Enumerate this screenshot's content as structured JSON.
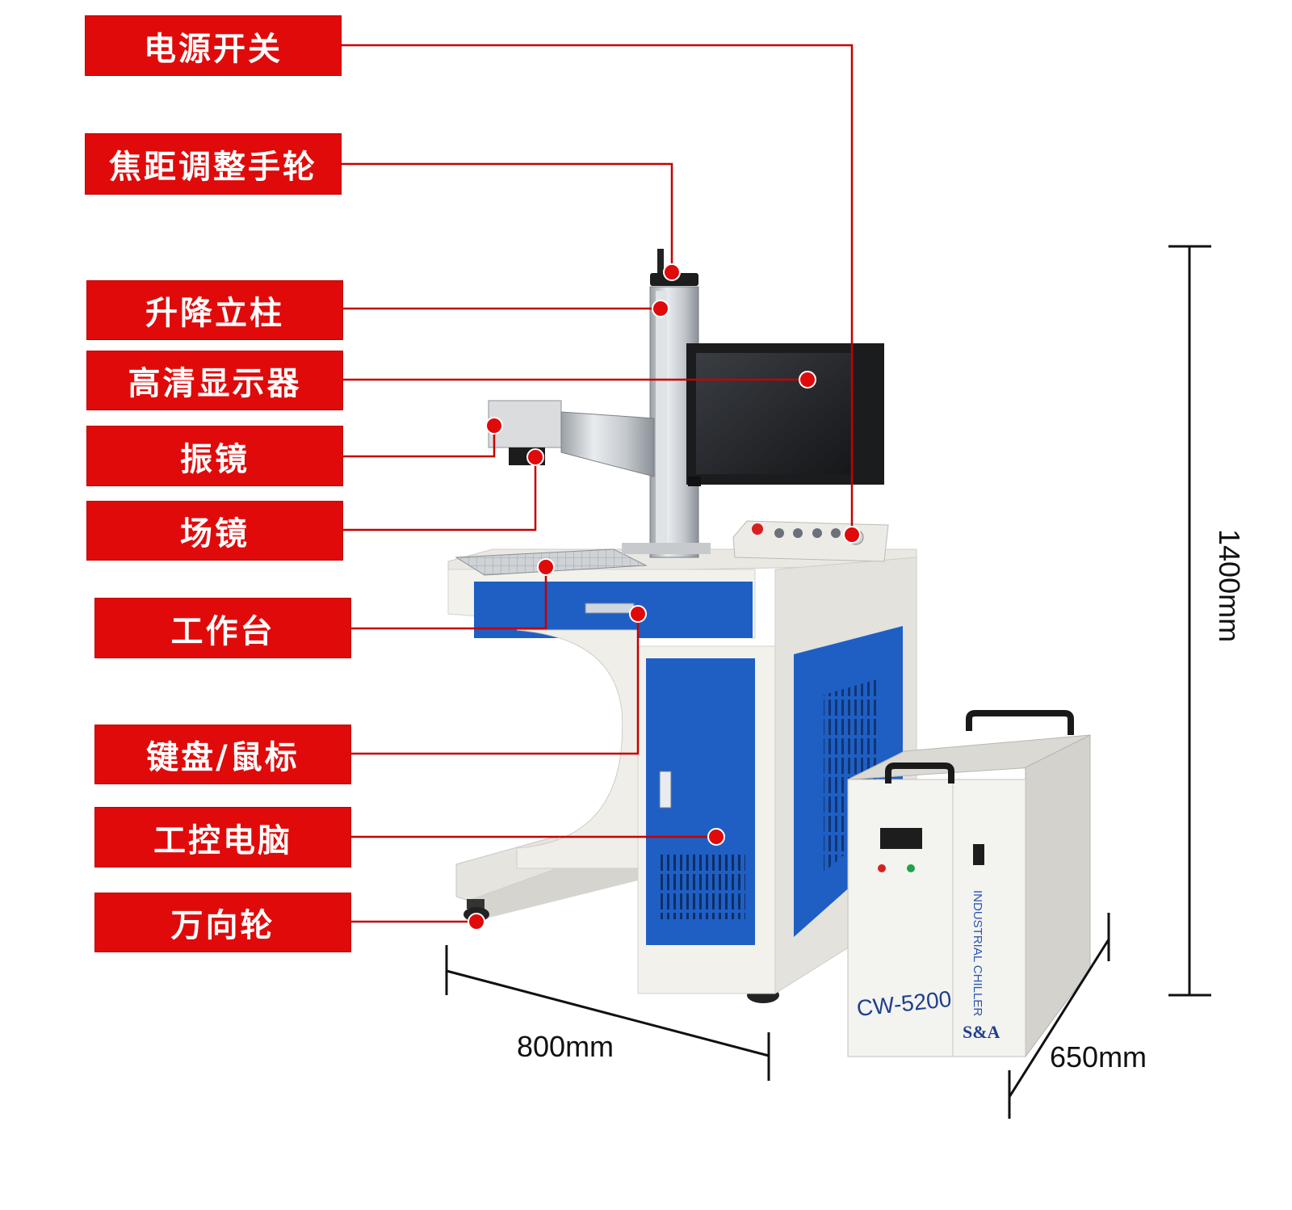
{
  "labels": {
    "power_switch": "电源开关",
    "focus_wheel": "焦距调整手轮",
    "lift_column": "升降立柱",
    "hd_monitor": "高清显示器",
    "galvo": "振镜",
    "field_lens": "场镜",
    "worktable": "工作台",
    "keyboard_mouse": "键盘/鼠标",
    "industrial_pc": "工控电脑",
    "caster": "万向轮"
  },
  "dimensions": {
    "width": "800mm",
    "depth": "650mm",
    "height": "1400mm"
  },
  "chiller": {
    "model": "CW-5200",
    "side_text": "INDUSTRIAL CHILLER",
    "brand": "S&A"
  },
  "colors": {
    "label_red": "#e00a0a",
    "leader_red": "#c40000",
    "cabinet_blue": "#1f5fc4",
    "cabinet_white": "#f2f1ec"
  }
}
